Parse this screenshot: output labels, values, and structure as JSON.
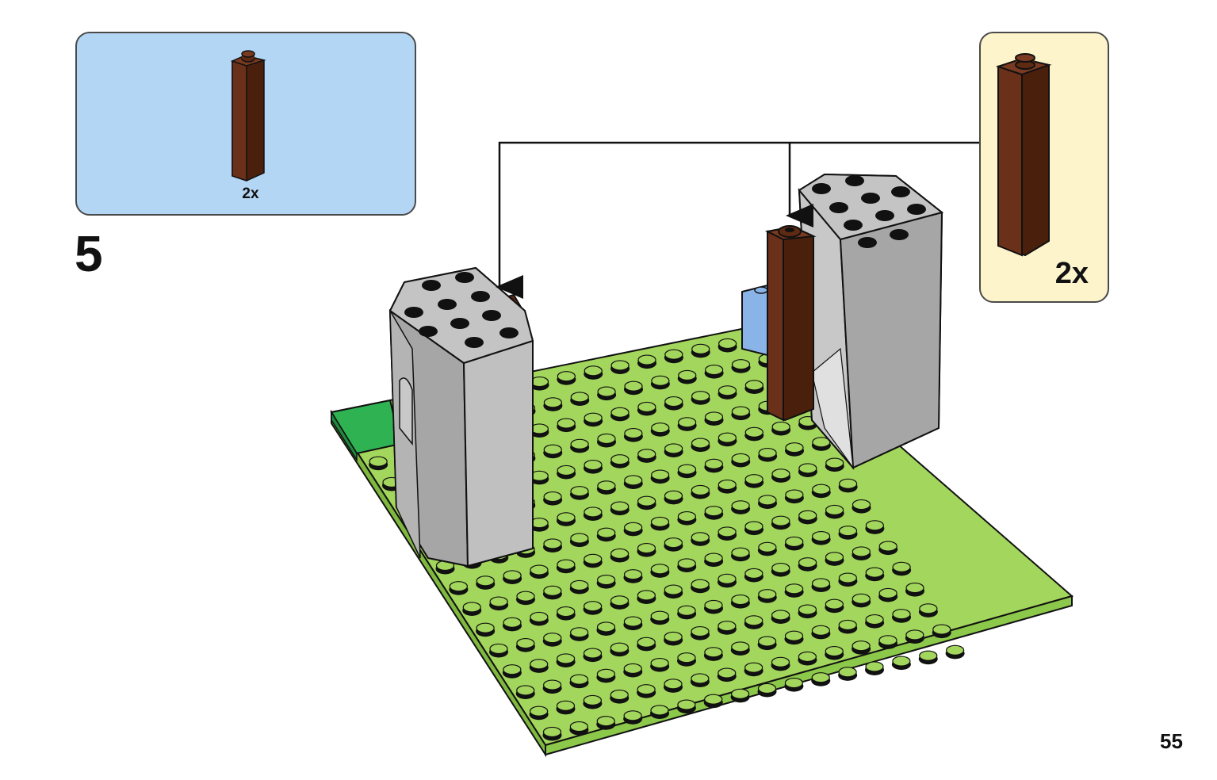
{
  "parts_list": {
    "quantity": "2x"
  },
  "step": {
    "number": "5"
  },
  "callout": {
    "quantity": "2x"
  },
  "page": {
    "number": "55"
  },
  "colors": {
    "parts_box_bg": "#b3d6f4",
    "callout_bg": "#fdf4cc",
    "baseplate": "#a3d65c",
    "tower_gray": "#a6a6a6",
    "brick_brown": "#5e2a12",
    "stud_black": "#111111"
  }
}
